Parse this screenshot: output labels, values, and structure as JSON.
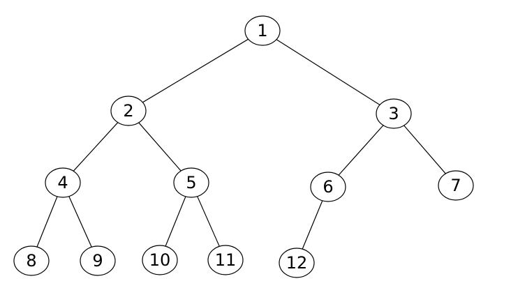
{
  "diagram": {
    "type": "binary-tree",
    "nodes": [
      {
        "id": "n1",
        "label": "1"
      },
      {
        "id": "n2",
        "label": "2"
      },
      {
        "id": "n3",
        "label": "3"
      },
      {
        "id": "n4",
        "label": "4"
      },
      {
        "id": "n5",
        "label": "5"
      },
      {
        "id": "n6",
        "label": "6"
      },
      {
        "id": "n7",
        "label": "7"
      },
      {
        "id": "n8",
        "label": "8"
      },
      {
        "id": "n9",
        "label": "9"
      },
      {
        "id": "n10",
        "label": "10"
      },
      {
        "id": "n11",
        "label": "11"
      },
      {
        "id": "n12",
        "label": "12"
      }
    ],
    "edges": [
      {
        "from": "n1",
        "to": "n2"
      },
      {
        "from": "n1",
        "to": "n3"
      },
      {
        "from": "n2",
        "to": "n4"
      },
      {
        "from": "n2",
        "to": "n5"
      },
      {
        "from": "n3",
        "to": "n6"
      },
      {
        "from": "n3",
        "to": "n7"
      },
      {
        "from": "n4",
        "to": "n8"
      },
      {
        "from": "n4",
        "to": "n9"
      },
      {
        "from": "n5",
        "to": "n10"
      },
      {
        "from": "n5",
        "to": "n11"
      },
      {
        "from": "n6",
        "to": "n12"
      }
    ],
    "colors": {
      "line": "#000000",
      "node_fill": "#ffffff",
      "text": "#000000"
    }
  }
}
